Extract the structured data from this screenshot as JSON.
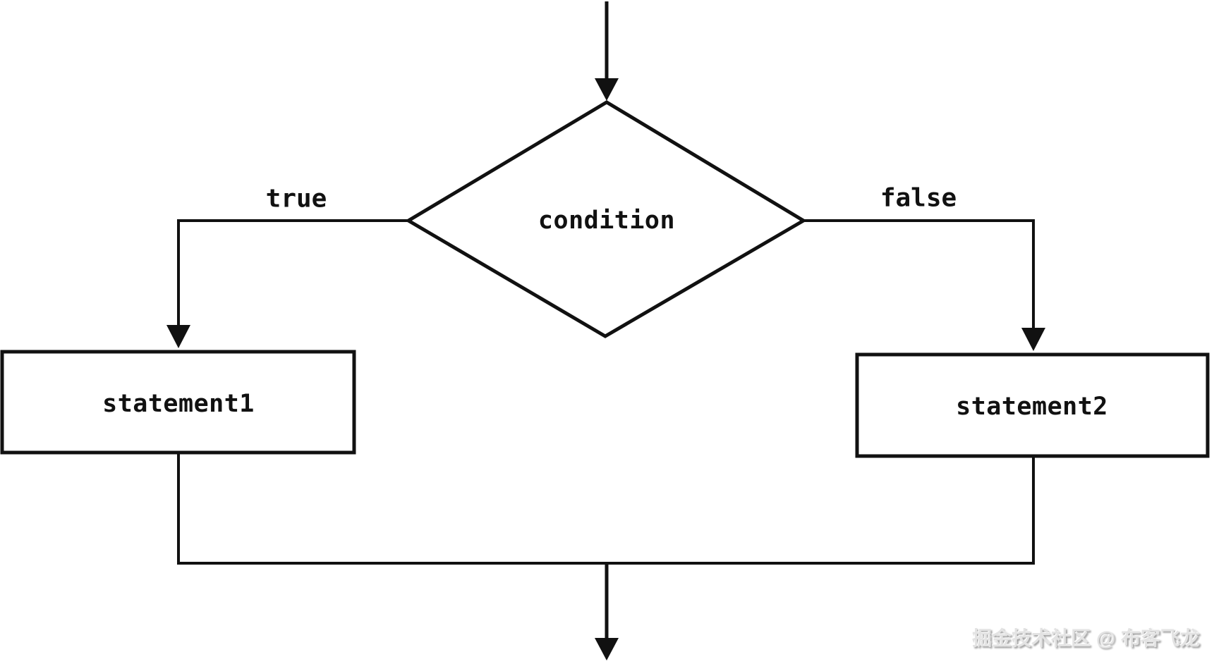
{
  "flowchart": {
    "condition_label": "condition",
    "true_label": "true",
    "false_label": "false",
    "statement1_label": "statement1",
    "statement2_label": "statement2",
    "watermark": "掘金技术社区 @ 布客飞龙",
    "colors": {
      "line": "#111111",
      "background": "#ffffff",
      "watermark_text": "#e3e3e3",
      "watermark_shadow": "#9c9c9c"
    },
    "structure": {
      "type": "flowchart",
      "nodes": [
        {
          "id": "condition",
          "shape": "diamond",
          "label": "condition"
        },
        {
          "id": "statement1",
          "shape": "rect",
          "label": "statement1"
        },
        {
          "id": "statement2",
          "shape": "rect",
          "label": "statement2"
        }
      ],
      "edges": [
        {
          "from": "start",
          "to": "condition",
          "label": ""
        },
        {
          "from": "condition",
          "to": "statement1",
          "label": "true"
        },
        {
          "from": "condition",
          "to": "statement2",
          "label": "false"
        },
        {
          "from": "statement1",
          "to": "end",
          "label": ""
        },
        {
          "from": "statement2",
          "to": "end",
          "label": ""
        }
      ]
    }
  }
}
